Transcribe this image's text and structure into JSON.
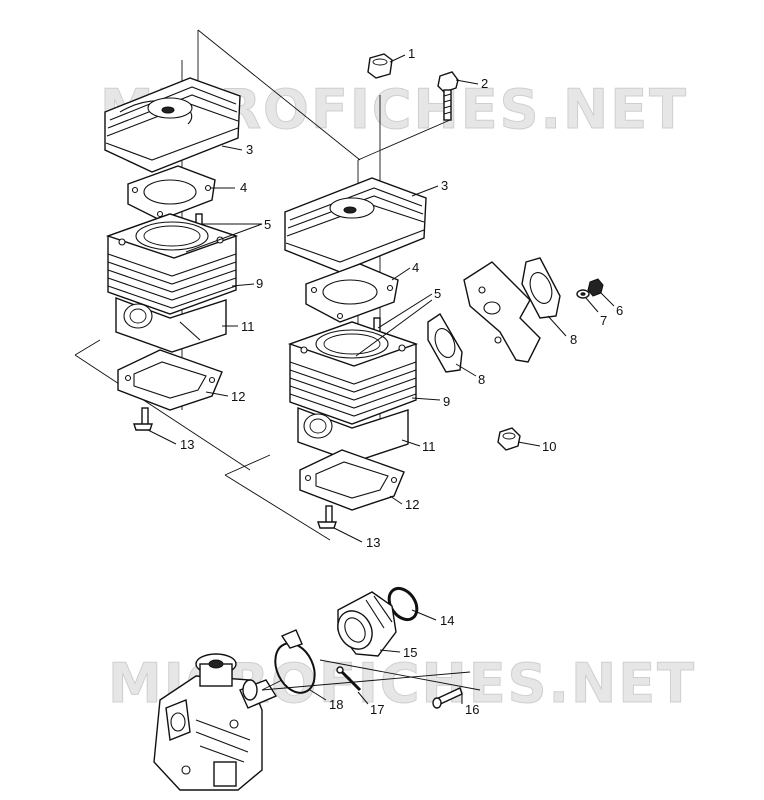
{
  "watermarks": [
    "MICROFICHES.NET",
    "MICROFICHES.NET"
  ],
  "callouts": [
    {
      "id": "c1",
      "text": "1"
    },
    {
      "id": "c2",
      "text": "2"
    },
    {
      "id": "c3a",
      "text": "3"
    },
    {
      "id": "c3b",
      "text": "3"
    },
    {
      "id": "c4a",
      "text": "4"
    },
    {
      "id": "c4b",
      "text": "4"
    },
    {
      "id": "c5a",
      "text": "5"
    },
    {
      "id": "c5b",
      "text": "5"
    },
    {
      "id": "c6",
      "text": "6"
    },
    {
      "id": "c7",
      "text": "7"
    },
    {
      "id": "c8a",
      "text": "8"
    },
    {
      "id": "c8b",
      "text": "8"
    },
    {
      "id": "c9a",
      "text": "9"
    },
    {
      "id": "c9b",
      "text": "9"
    },
    {
      "id": "c10",
      "text": "10"
    },
    {
      "id": "c11a",
      "text": "11"
    },
    {
      "id": "c11b",
      "text": "11"
    },
    {
      "id": "c12a",
      "text": "12"
    },
    {
      "id": "c12b",
      "text": "12"
    },
    {
      "id": "c13a",
      "text": "13"
    },
    {
      "id": "c13b",
      "text": "13"
    },
    {
      "id": "c14",
      "text": "14"
    },
    {
      "id": "c15",
      "text": "15"
    },
    {
      "id": "c16",
      "text": "16"
    },
    {
      "id": "c17",
      "text": "17"
    },
    {
      "id": "c18",
      "text": "18"
    }
  ]
}
